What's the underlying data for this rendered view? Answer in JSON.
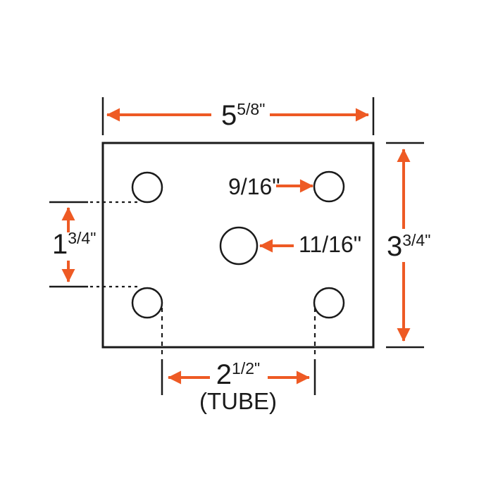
{
  "drawing": {
    "type": "technical-dimension-diagram",
    "subject": "rectangular plate with five holes",
    "background": "#FFFFFF",
    "accent_color": "#EE5A24",
    "line_color": "#1A1A1A",
    "width_dim": {
      "whole": "5",
      "fraction": "5/8\""
    },
    "height_dim": {
      "whole": "3",
      "fraction": "3/4\""
    },
    "row_spacing_dim": {
      "whole": "1",
      "fraction": "3/4\""
    },
    "tube_dim": {
      "whole": "2",
      "fraction": "1/2\"",
      "note": "(TUBE)"
    },
    "corner_hole_label": "9/16\"",
    "center_hole_label": "11/16\""
  }
}
